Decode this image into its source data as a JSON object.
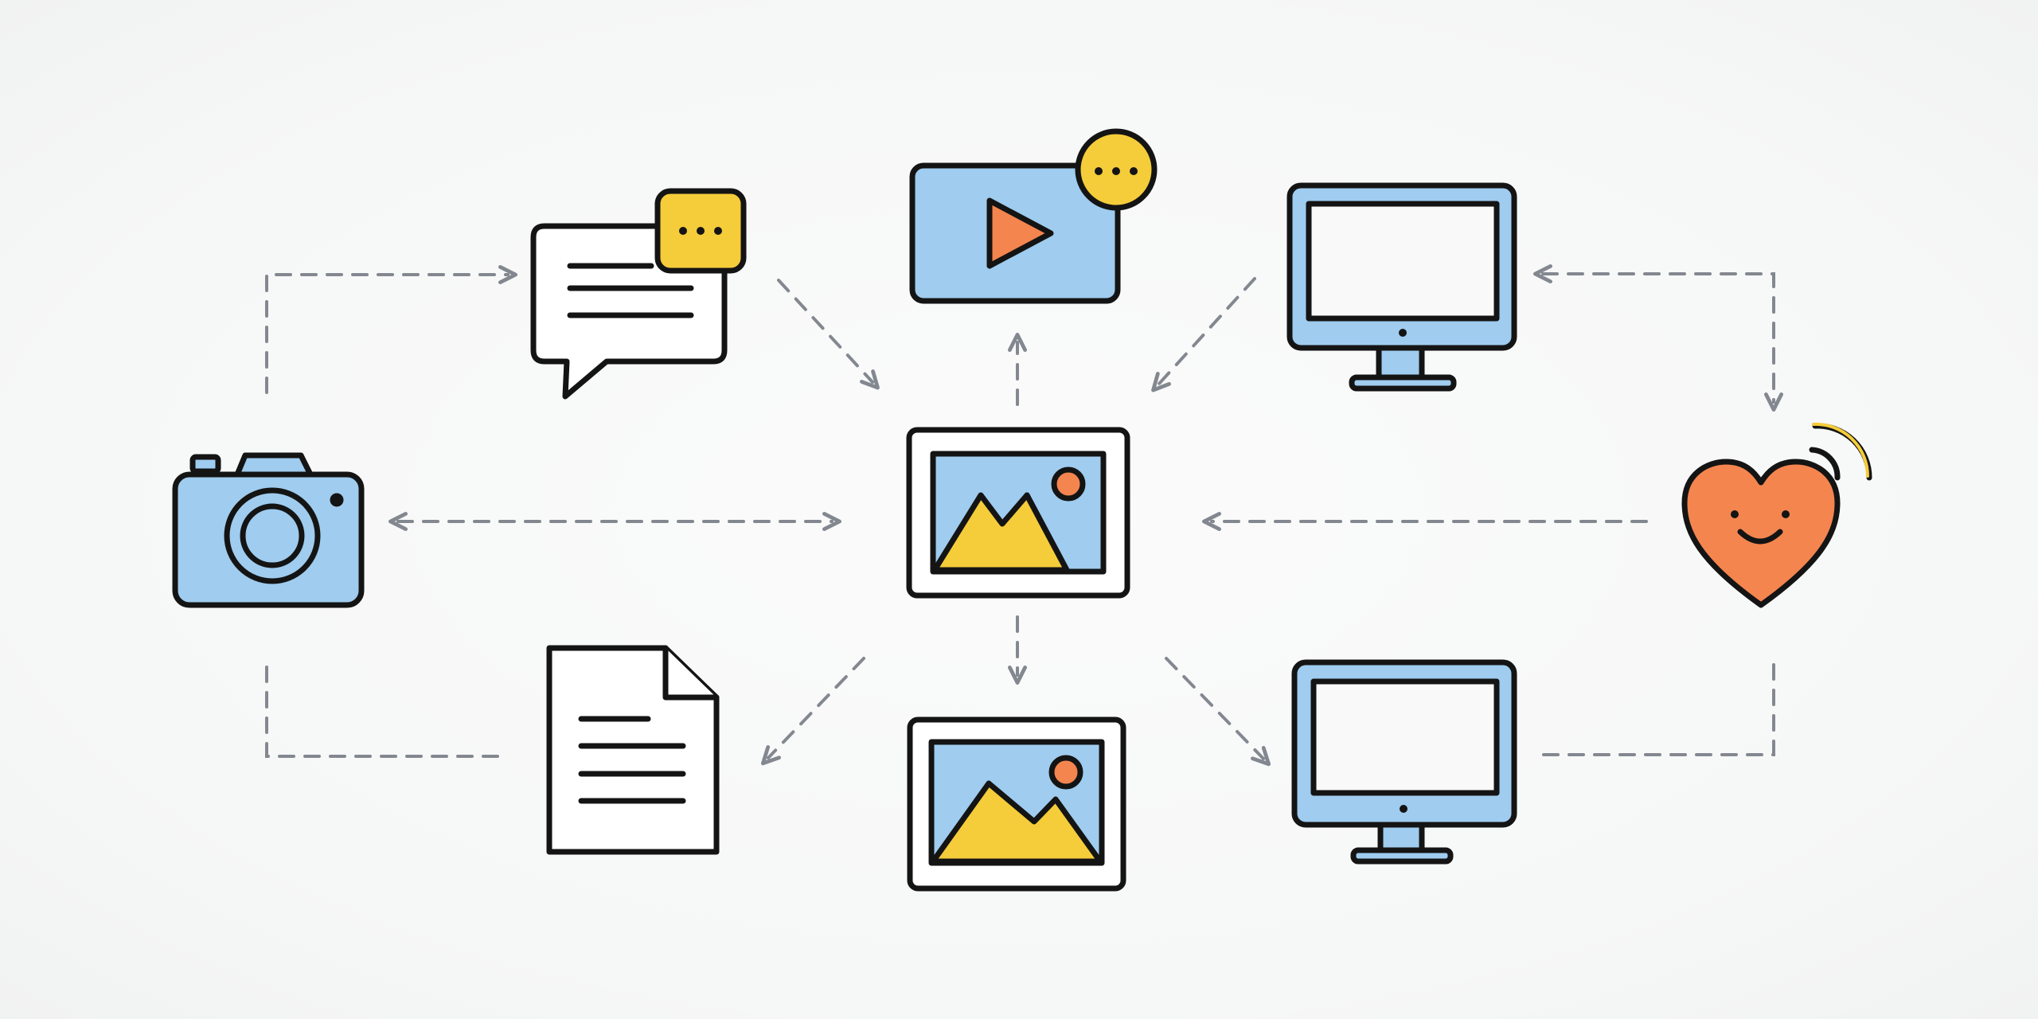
{
  "diagram": {
    "colors": {
      "background": "#f7f8f8",
      "outline": "#141414",
      "connector": "#838890",
      "blue": "#9fccef",
      "yellow": "#f5cc3a",
      "orange": "#f4854f",
      "white": "#ffffff",
      "screen": "#f9f9f9"
    },
    "nodes": [
      {
        "id": "camera",
        "icon": "camera-icon"
      },
      {
        "id": "chat",
        "icon": "chat-bubble-icon"
      },
      {
        "id": "video",
        "icon": "video-player-icon"
      },
      {
        "id": "monitor-top",
        "icon": "desktop-monitor-icon"
      },
      {
        "id": "heart",
        "icon": "smiling-heart-icon"
      },
      {
        "id": "image-center",
        "icon": "image-frame-icon"
      },
      {
        "id": "document",
        "icon": "document-icon"
      },
      {
        "id": "image-bottom",
        "icon": "image-frame-icon"
      },
      {
        "id": "monitor-bottom",
        "icon": "desktop-monitor-icon"
      }
    ],
    "connections": [
      {
        "from": "camera",
        "to": "chat"
      },
      {
        "from": "camera",
        "to": "image-center",
        "bidirectional": true
      },
      {
        "from": "camera",
        "to": "document"
      },
      {
        "from": "chat",
        "to": "image-center"
      },
      {
        "from": "image-center",
        "to": "video"
      },
      {
        "from": "monitor-top",
        "to": "image-center"
      },
      {
        "from": "monitor-top",
        "to": "heart",
        "bidirectional": true
      },
      {
        "from": "heart",
        "to": "image-center"
      },
      {
        "from": "heart",
        "to": "monitor-bottom"
      },
      {
        "from": "image-center",
        "to": "document"
      },
      {
        "from": "image-center",
        "to": "image-bottom"
      },
      {
        "from": "image-center",
        "to": "monitor-bottom"
      }
    ]
  }
}
